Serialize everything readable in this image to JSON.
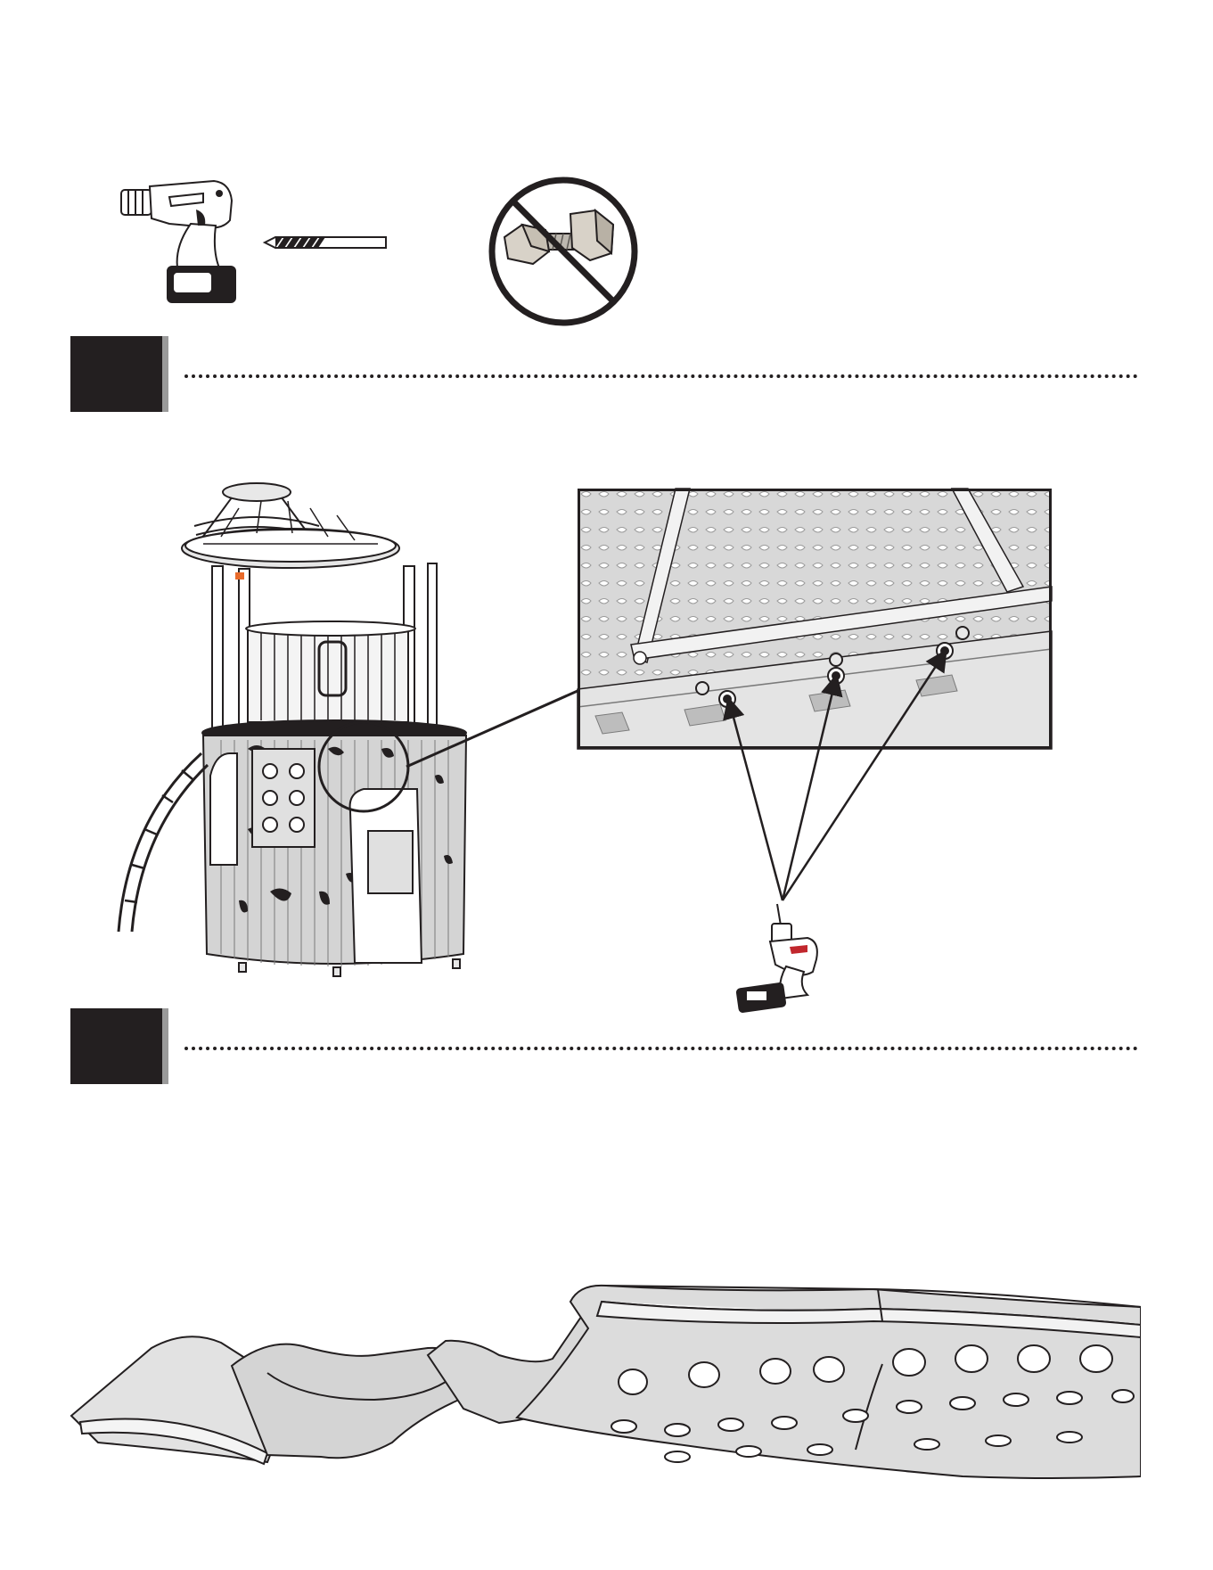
{
  "page": {
    "colors": {
      "ink": "#231f20",
      "step_shadow": "#9a9a9a",
      "drill_red": "#c1272d",
      "panel_gray": "#dcdcdc",
      "wall_gray": "#cfcfcf"
    },
    "icons": [
      "drill-icon",
      "drill-bit-icon",
      "no-nut-bolt-icon",
      "playhouse-illustration",
      "zoom-detail-illustration",
      "small-drill-icon",
      "slide-illustration"
    ],
    "steps": [
      {
        "number": ""
      },
      {
        "number": ""
      }
    ]
  }
}
